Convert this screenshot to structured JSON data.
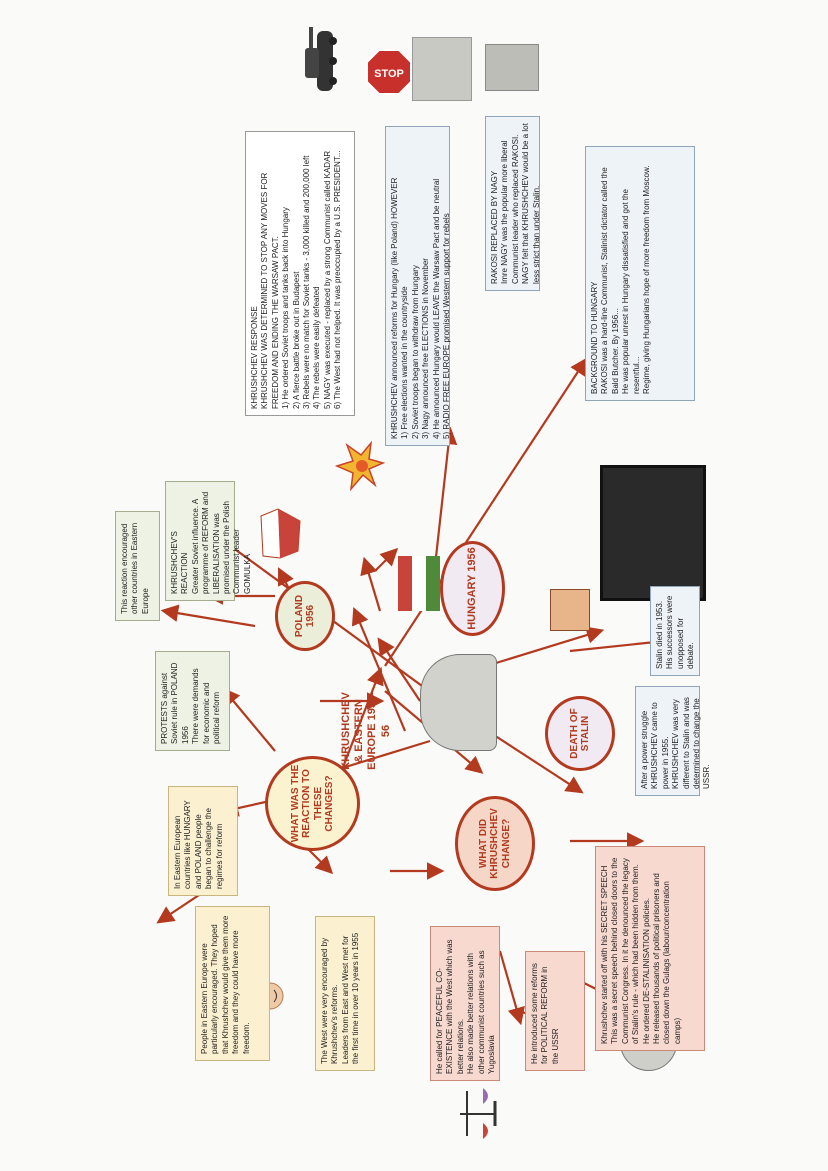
{
  "central": {
    "title": "KHRUSHCHEV & EASTERN EUROPE 1953-56"
  },
  "hungary": {
    "label": "HUNGARY 1956",
    "background": "BACKGROUND TO HUNGARY\nRAKOSI was a hard-line Communist, Stalinist dictator called the Bald Butcher. By 1956...\nHe was popular unrest in Hungary dissatisfied and got the resentful...\nRegime, giving Hungarians hope of more freedom from Moscow.",
    "nagy": "RAKOSI REPLACED BY NAGY\nImre NAGY was the popular more liberal Communist leader who replaced RAKOSI.\nNAGY felt that KHRUSHCHEV would be a lot less strict than under Stalin.",
    "reforms": "KHRUSHCHEV announced reforms for Hungary (like Poland) HOWEVER\n1) Free elections wanted in the countryside\n2) Soviet troops began to withdraw from Hungary\n3) Nagy announced free ELECTIONS in November\n4) He announced Hungary would LEAVE the Warsaw Pact and be neutral\n5) RADIO FREE EUROPE promised Western support for rebels",
    "response": "KHRUSHCHEV RESPONSE\nKHRUSHCHEV WAS DETERMINED TO STOP ANY MOVES FOR FREEDOM AND ENDING THE WARSAW PACT.\n1) He ordered Soviet troops and tanks back into Hungary\n2) A fierce battle broke out in Budapest\n3) Rebels were no match for Soviet tanks - 3,000 killed and 200,000 left\n4) The rebels were easily defeated\n5) NAGY was executed - replaced by a strong Communist called KADAR\n6) The West had not helped. It was preoccupied by a U.S. PRESIDENT..."
  },
  "death": {
    "label": "DEATH OF STALIN",
    "box1": "Stalin died in 1953. His successors were unopposed for debate.",
    "box2": "After a power struggle KHRUSHCHEV came to power in 1955. KHRUSHCHEV was very different to Stalin and was determined to change the USSR."
  },
  "poland": {
    "label": "POLAND 1956",
    "reaction": "KHRUSHCHEV'S REACTION\nGreater Soviet influence. A programme of REFORM and LIBERALISATION was promised under the Polish Communist leader GOMULKA",
    "protests": "PROTESTS against Soviet rule in POLAND 1956\nThere were demands for economic and political reform",
    "encourage": "This reaction encouraged other countries in Eastern Europe"
  },
  "change": {
    "label": "WHAT DID KHRUSHCHEV CHANGE?",
    "speech": "Khrushchev started off with his SECRET SPEECH\nThis was a secret speech behind closed doors to the Communist Congress. In it he denounced the legacy of Stalin's rule - which had been hidden from them.\nHe ordered DE-STALINISATION policies.\nHe released thousands of political prisoners and closed down the Gulags (labour/concentration camps)",
    "political": "He introduced some reforms for POLITICAL REFORM in the USSR",
    "coexistence": "He called for PEACEFUL CO-EXISTENCE with the West which was better relations.\nHe also made better relations with other communist countries such as Yugoslavia"
  },
  "reaction": {
    "label": "WHAT WAS THE REACTION TO THESE CHANGES?",
    "eastern": "In Eastern European countries like HUNGARY and POLAND people began to challenge the regimes for reform",
    "west": "The West were very encouraged by Khrushchev's reforms.\nLeaders from East and West met for the first time in over 10 years in 1955",
    "people": "People in Eastern Europe were particularly encouraged. They hoped that Khrushchev would give them more freedom and they could have more freedom."
  },
  "icons": {
    "stop": "STOP",
    "tank": "tank-icon",
    "explosion": "explosion-icon",
    "flag_hungary": "hungary-flag",
    "map_poland": "poland-map",
    "scales": "scales-icon",
    "handshake": "handshake-icon",
    "face": "face-icon"
  },
  "colors": {
    "accent": "#b33a1f",
    "flag_green": "#4f8a3a",
    "flag_red": "#c8433a",
    "dark_box": "#2a2a2a"
  }
}
